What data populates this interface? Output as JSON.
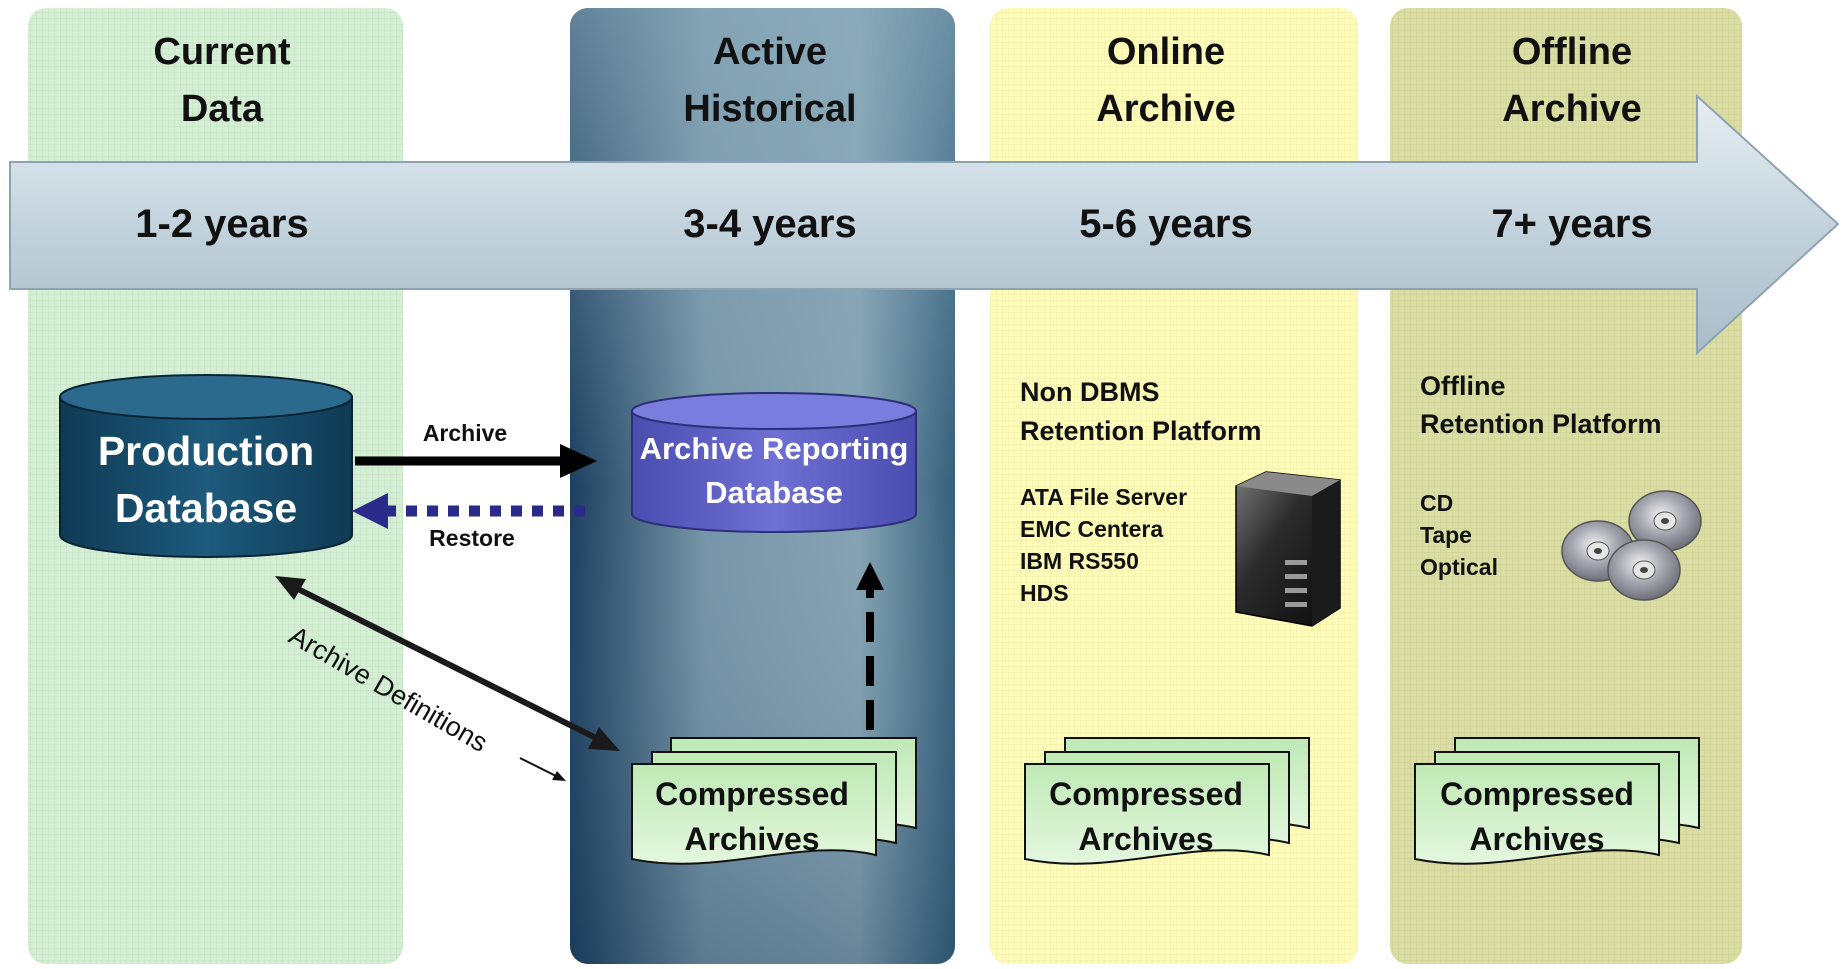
{
  "columns": [
    {
      "title_line1": "Current",
      "title_line2": "Data",
      "years": "1-2 years"
    },
    {
      "title_line1": "Active",
      "title_line2": "Historical",
      "years": "3-4 years"
    },
    {
      "title_line1": "Online",
      "title_line2": "Archive",
      "years": "5-6 years"
    },
    {
      "title_line1": "Offline",
      "title_line2": "Archive",
      "years": "7+ years"
    }
  ],
  "production_db": {
    "line1": "Production",
    "line2": "Database"
  },
  "reporting_db": {
    "line1": "Archive Reporting",
    "line2": "Database"
  },
  "arrows": {
    "archive": "Archive",
    "restore": "Restore",
    "definitions": "Archive Definitions"
  },
  "compressed": {
    "line1": "Compressed",
    "line2": "Archives"
  },
  "online_platform": {
    "title_line1": "Non DBMS",
    "title_line2": "Retention Platform",
    "items": [
      "ATA File Server",
      "EMC Centera",
      "IBM RS550",
      "HDS"
    ]
  },
  "offline_platform": {
    "title_line1": "Offline",
    "title_line2": "Retention Platform",
    "items": [
      "CD",
      "Tape",
      "Optical"
    ]
  },
  "icons": {
    "server": "server-tower-icon",
    "discs": "optical-disc-icon"
  },
  "colors": {
    "current_bg": "#d4ecd4",
    "historical_dark": "#1c3f5f",
    "historical_mid": "#7a9aac",
    "online_bg": "#fdfbb5",
    "offline_bg": "#d9dca2",
    "timeline_arrow": "#c3d3dd",
    "db_dark": "#174d6b",
    "db_purple": "#5f61c6",
    "restore_arrow": "#2a2a8a",
    "archive_paper": "#c8edc0"
  }
}
